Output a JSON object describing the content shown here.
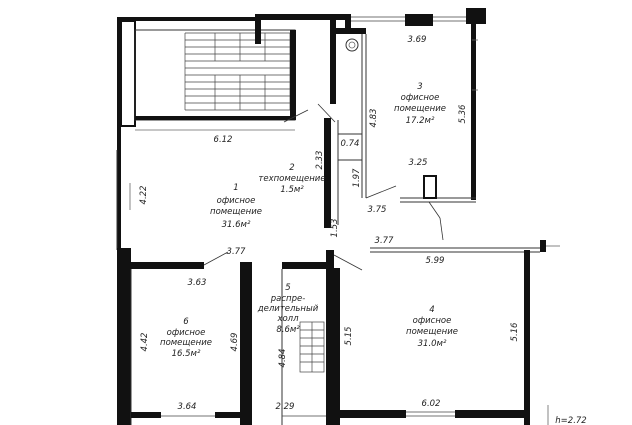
{
  "rooms": [
    {
      "number": "1",
      "name": [
        "офисное",
        "помещение"
      ],
      "area": "31.6м²"
    },
    {
      "number": "2",
      "name": [
        "техпомещение"
      ],
      "area": "1.5м²"
    },
    {
      "number": "3",
      "name": [
        "офисное",
        "помещение"
      ],
      "area": "17.2м²"
    },
    {
      "number": "4",
      "name": [
        "офисное",
        "помещение"
      ],
      "area": "31.0м²"
    },
    {
      "number": "5",
      "name": [
        "распре-",
        "делительный",
        "холл"
      ],
      "area": "8.6м²"
    },
    {
      "number": "6",
      "name": [
        "офисное",
        "помещение"
      ],
      "area": "16.5м²"
    }
  ],
  "dimensions": {
    "d_3_69": "3.69",
    "d_4_83": "4.83",
    "d_5_36": "5.36",
    "d_3_25": "3.25",
    "d_6_12": "6.12",
    "d_0_74": "0.74",
    "d_2_33": "2.33",
    "d_1_97": "1.97",
    "d_3_75": "3.75",
    "d_4_22": "4.22",
    "d_1_53": "1.53",
    "d_3_77_top": "3.77",
    "d_3_77_mid": "3.77",
    "d_5_99": "5.99",
    "d_3_63": "3.63",
    "d_4_42": "4.42",
    "d_4_69": "4.69",
    "d_4_84": "4.84",
    "d_5_15": "5.15",
    "d_5_16": "5.16",
    "d_3_64": "3.64",
    "d_2_29": "2.29",
    "d_6_02": "6.02",
    "d_h_2_72": "h=2.72"
  },
  "colors": {
    "wall": "#111111",
    "line": "#333333",
    "background": "#ffffff"
  }
}
